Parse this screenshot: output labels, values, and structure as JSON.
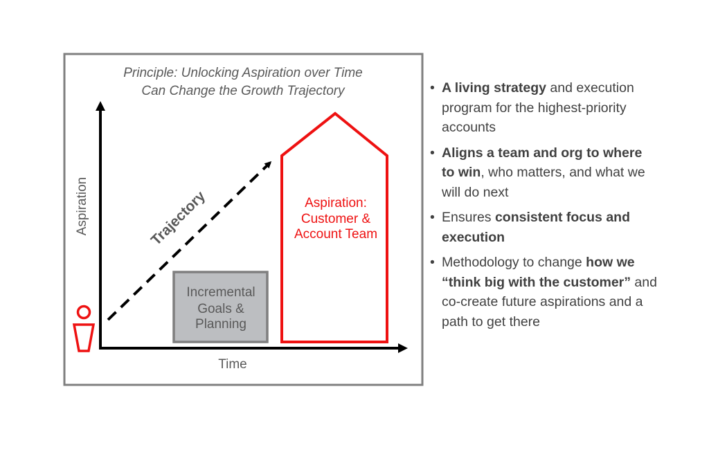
{
  "diagram": {
    "title_line1": "Principle: Unlocking Aspiration over Time",
    "title_line2": "Can Change the Growth Trajectory",
    "y_axis_label": "Aspiration",
    "x_axis_label": "Time",
    "trajectory_label": "Trajectory",
    "incremental_box": [
      "Incremental",
      "Goals &",
      "Planning"
    ],
    "aspiration_house": [
      "Aspiration:",
      "Customer &",
      "Account Team"
    ],
    "colors": {
      "red": "#ee1111",
      "gray_box": "#bcbec1",
      "frame": "#7f7f7f",
      "text": "#595959"
    }
  },
  "bullets": [
    [
      {
        "t": "A living strategy",
        "b": true
      },
      {
        "t": " and execution program for the highest-priority accounts",
        "b": false
      }
    ],
    [
      {
        "t": "Aligns a team and org to where to win",
        "b": true
      },
      {
        "t": ", who matters, and what we will do next",
        "b": false
      }
    ],
    [
      {
        "t": "Ensures ",
        "b": false
      },
      {
        "t": "consistent focus and execution",
        "b": true
      }
    ],
    [
      {
        "t": "Methodology to change ",
        "b": false
      },
      {
        "t": "how we “think big with the customer”",
        "b": true
      },
      {
        "t": " and co-create future aspirations and a path to get there",
        "b": false
      }
    ]
  ]
}
